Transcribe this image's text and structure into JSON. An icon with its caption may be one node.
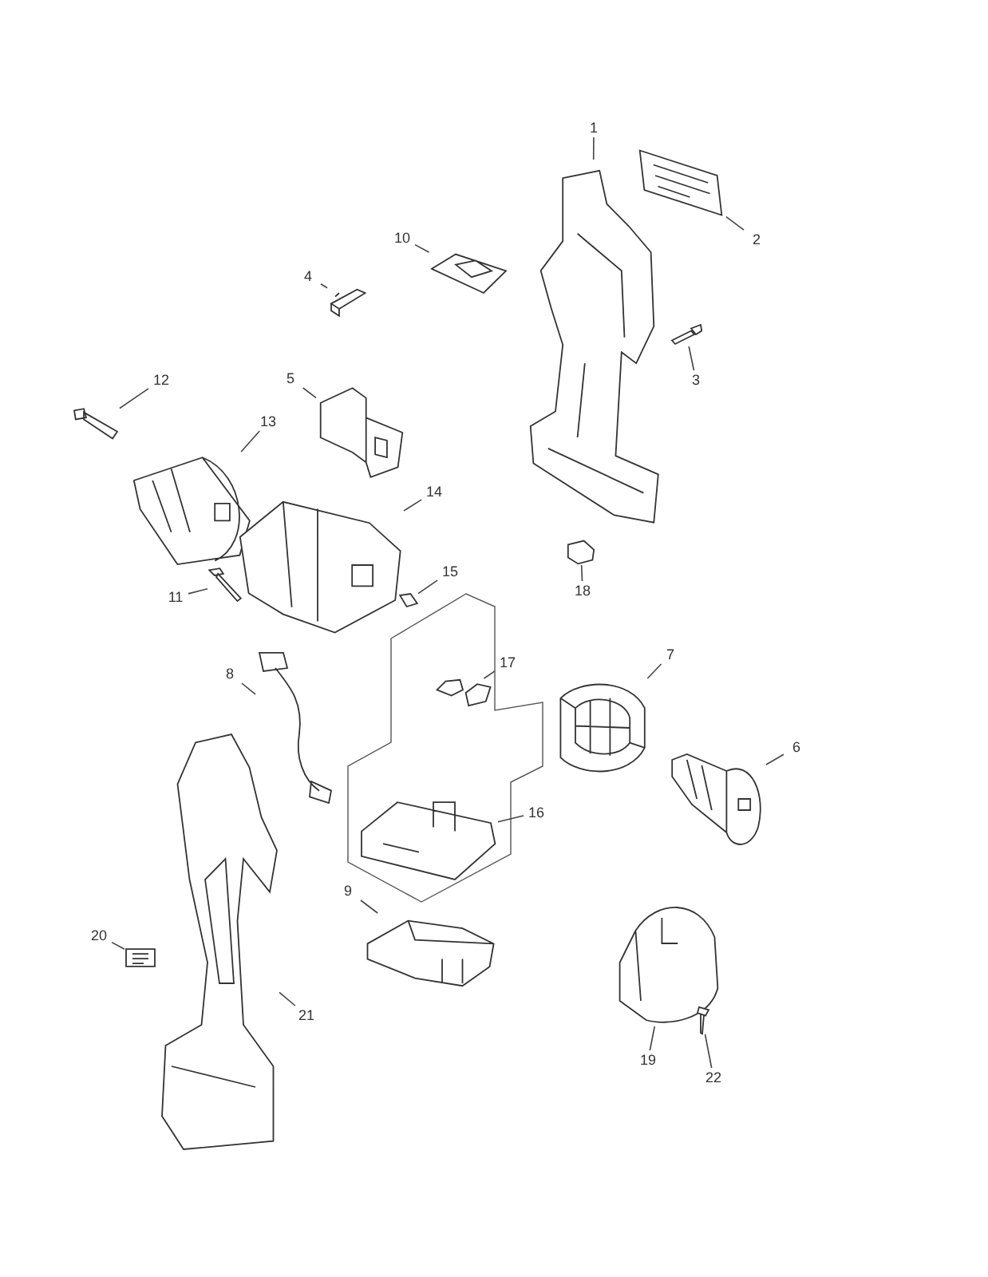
{
  "diagram": {
    "nodes": [
      {
        "text": [
          "1"
        ]
      },
      {
        "text": [
          "2"
        ]
      },
      {
        "text": [
          "3"
        ]
      },
      {
        "text": [
          "4"
        ]
      },
      {
        "text": [
          "5"
        ]
      },
      {
        "text": [
          "6"
        ]
      },
      {
        "text": [
          "7"
        ]
      },
      {
        "text": [
          "8"
        ]
      },
      {
        "text": [
          "9"
        ]
      },
      {
        "text": [
          "10"
        ]
      },
      {
        "text": [
          "11"
        ]
      },
      {
        "text": [
          "12"
        ]
      },
      {
        "text": [
          "13"
        ]
      },
      {
        "text": [
          "14"
        ]
      },
      {
        "text": [
          "15"
        ]
      },
      {
        "text": [
          "16"
        ]
      },
      {
        "text": [
          "17"
        ]
      },
      {
        "text": [
          "18"
        ]
      },
      {
        "text": [
          "19"
        ]
      },
      {
        "text": [
          "20"
        ]
      },
      {
        "text": [
          "21"
        ]
      },
      {
        "text": [
          "22"
        ]
      },
      {
        "text": [],
        "shape": "picture"
      },
      {
        "text": [],
        "shape": "picture"
      },
      {
        "text": [],
        "shape": "picture"
      },
      {
        "text": [],
        "shape": "picture"
      },
      {
        "text": [],
        "shape": "picture"
      },
      {
        "text": [],
        "shape": "picture"
      },
      {
        "text": [],
        "shape": "picture"
      },
      {
        "text": [],
        "shape": "picture"
      },
      {
        "text": [],
        "shape": "picture"
      },
      {
        "text": [],
        "shape": "picture"
      },
      {
        "text": [],
        "shape": "picture"
      },
      {
        "text": [],
        "shape": "picture"
      },
      {
        "text": [],
        "shape": "picture"
      },
      {
        "text": [],
        "shape": "picture"
      },
      {
        "text": [],
        "shape": "picture"
      },
      {
        "text": [],
        "shape": "picture"
      },
      {
        "text": [],
        "shape": "picture"
      },
      {
        "text": [],
        "shape": "picture"
      },
      {
        "text": [],
        "shape": "picture"
      },
      {
        "text": [],
        "shape": "picture"
      },
      {
        "text": [],
        "shape": "picture"
      },
      {
        "text": [],
        "shape": "picture"
      }
    ],
    "edges": [
      {
        "from": 0,
        "to": 22,
        "arrow": "none"
      },
      {
        "from": 1,
        "to": 23,
        "arrow": "none"
      },
      {
        "from": 2,
        "to": 24,
        "arrow": "none"
      },
      {
        "from": 3,
        "to": 25,
        "arrow": "none"
      },
      {
        "from": 4,
        "to": 26,
        "arrow": "none"
      },
      {
        "from": 5,
        "to": 27,
        "arrow": "none"
      },
      {
        "from": 6,
        "to": 28,
        "arrow": "none"
      },
      {
        "from": 7,
        "to": 29,
        "arrow": "none"
      },
      {
        "from": 8,
        "to": 30,
        "arrow": "none"
      },
      {
        "from": 9,
        "to": 31,
        "arrow": "none"
      },
      {
        "from": 10,
        "to": 32,
        "arrow": "none"
      },
      {
        "from": 11,
        "to": 33,
        "arrow": "none"
      },
      {
        "from": 12,
        "to": 34,
        "arrow": "none"
      },
      {
        "from": 13,
        "to": 35,
        "arrow": "none"
      },
      {
        "from": 14,
        "to": 36,
        "arrow": "none"
      },
      {
        "from": 15,
        "to": 37,
        "arrow": "none"
      },
      {
        "from": 16,
        "to": 38,
        "arrow": "none"
      },
      {
        "from": 17,
        "to": 39,
        "arrow": "none"
      },
      {
        "from": 18,
        "to": 40,
        "arrow": "none"
      },
      {
        "from": 19,
        "to": 41,
        "arrow": "none"
      },
      {
        "from": 20,
        "to": 42,
        "arrow": "none"
      },
      {
        "from": 21,
        "to": 43,
        "arrow": "none"
      }
    ]
  }
}
